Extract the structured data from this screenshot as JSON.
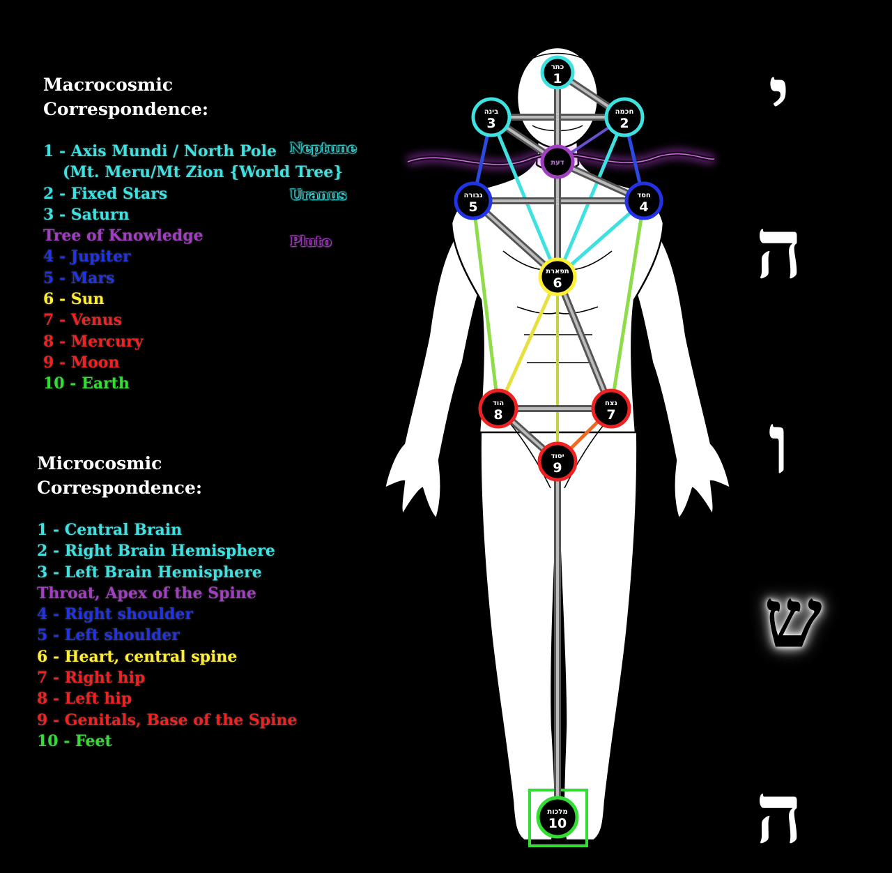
{
  "macro": {
    "title_line1": "Macrocosmic",
    "title_line2": "Correspondence:",
    "items": [
      {
        "text": "1 - Axis Mundi / North Pole",
        "color": "#3ee0e0"
      },
      {
        "text": "(Mt. Meru/Mt Zion {World Tree}",
        "color": "#3ee0e0"
      },
      {
        "text": "2 - Fixed Stars",
        "color": "#3ee0e0"
      },
      {
        "text": "3 - Saturn",
        "color": "#3ee0e0"
      },
      {
        "text": "Tree of Knowledge",
        "color": "#a040c0"
      },
      {
        "text": "4 - Jupiter",
        "color": "#2233e6"
      },
      {
        "text": "5 - Mars",
        "color": "#2233e6"
      },
      {
        "text": "6 - Sun",
        "color": "#ffee33"
      },
      {
        "text": "7 - Venus",
        "color": "#ee2222"
      },
      {
        "text": "8 - Mercury",
        "color": "#ee2222"
      },
      {
        "text": "9 - Moon",
        "color": "#ee2222"
      },
      {
        "text": "10 - Earth",
        "color": "#33dd33"
      }
    ],
    "planets": [
      {
        "text": "Neptune",
        "color": "#3ee0e0"
      },
      {
        "text": "Uranus",
        "color": "#3ee0e0"
      },
      {
        "text": "Pluto",
        "color": "#b040d0"
      }
    ]
  },
  "micro": {
    "title_line1": "Microcosmic",
    "title_line2": "Correspondence:",
    "items": [
      {
        "text": "1 - Central Brain",
        "color": "#3ee0e0"
      },
      {
        "text": "2 - Right Brain Hemisphere",
        "color": "#3ee0e0"
      },
      {
        "text": "3 - Left Brain Hemisphere",
        "color": "#3ee0e0"
      },
      {
        "text": "Throat,  Apex of the Spine",
        "color": "#a040c0"
      },
      {
        "text": "4 - Right shoulder",
        "color": "#2233e6"
      },
      {
        "text": "5 - Left shoulder",
        "color": "#2233e6"
      },
      {
        "text": "6 - Heart, central spine",
        "color": "#ffee33"
      },
      {
        "text": "7 - Right hip",
        "color": "#ee2222"
      },
      {
        "text": "8 - Left hip",
        "color": "#ee2222"
      },
      {
        "text": "9 - Genitals, Base of the Spine",
        "color": "#ee2222"
      },
      {
        "text": "10 - Feet",
        "color": "#33dd33"
      }
    ]
  },
  "sephirot": [
    {
      "num": "1",
      "name": "כתר",
      "color": "#3ee0e0"
    },
    {
      "num": "2",
      "name": "חכמה",
      "color": "#3ee0e0"
    },
    {
      "num": "3",
      "name": "בינה",
      "color": "#3ee0e0"
    },
    {
      "num": "",
      "name": "דעת",
      "color": "#a040c0"
    },
    {
      "num": "4",
      "name": "חסד",
      "color": "#2233e6"
    },
    {
      "num": "5",
      "name": "גבורה",
      "color": "#2233e6"
    },
    {
      "num": "6",
      "name": "תפארת",
      "color": "#ffee33"
    },
    {
      "num": "7",
      "name": "נצח",
      "color": "#ee2222"
    },
    {
      "num": "8",
      "name": "הוד",
      "color": "#ee2222"
    },
    {
      "num": "9",
      "name": "יסוד",
      "color": "#ee2222"
    },
    {
      "num": "10",
      "name": "מלכות",
      "color": "#33dd33"
    }
  ],
  "hebrew_letters": [
    {
      "glyph": "י"
    },
    {
      "glyph": "ה"
    },
    {
      "glyph": "ו"
    },
    {
      "glyph": "ש"
    },
    {
      "glyph": "ה"
    }
  ]
}
